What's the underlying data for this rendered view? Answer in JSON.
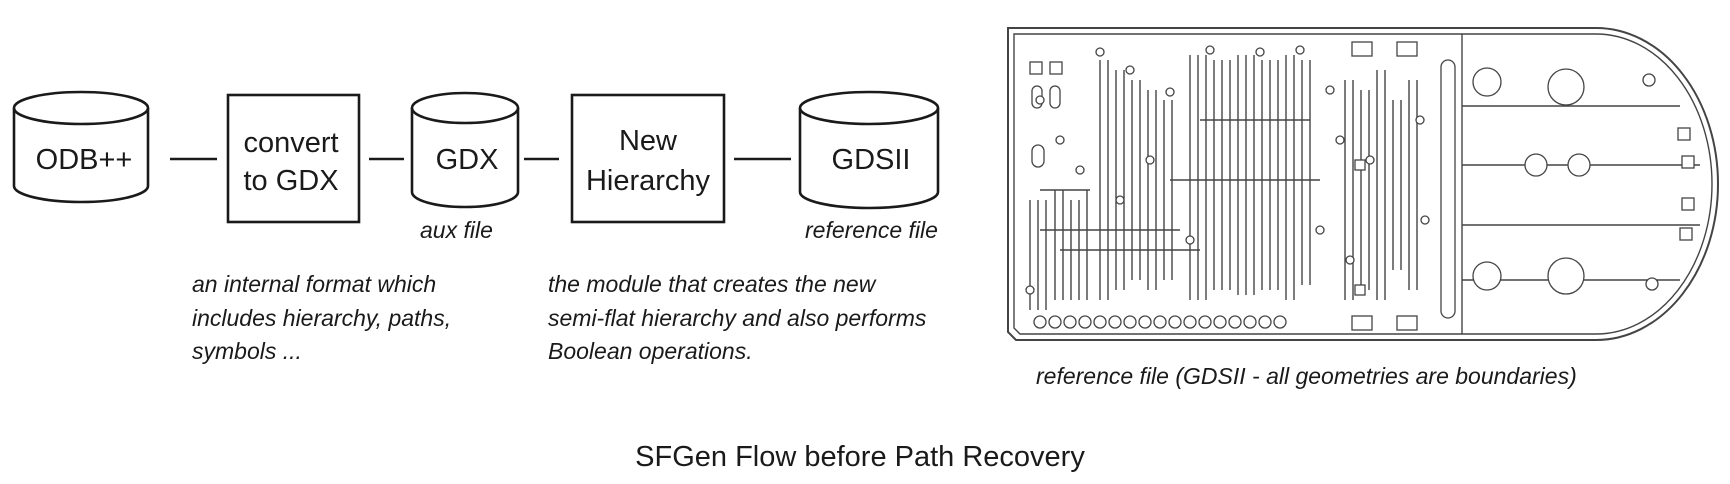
{
  "nodes": {
    "odb": "ODB++",
    "convert_line1": "convert",
    "convert_line2": "to GDX",
    "gdx": "GDX",
    "hier_line1": "New",
    "hier_line2": "Hierarchy",
    "gdsii": "GDSII"
  },
  "captions": {
    "aux_file": "aux file",
    "reference_file": "reference file",
    "gdx_note": [
      "an internal format which",
      "includes hierarchy, paths,",
      "symbols ..."
    ],
    "hier_note": [
      "the module that creates the new",
      "semi-flat hierarchy and also performs",
      "Boolean operations."
    ],
    "pcb_caption": "reference file (GDSII - all geometries are boundaries)"
  },
  "title": "SFGen Flow before Path Recovery"
}
